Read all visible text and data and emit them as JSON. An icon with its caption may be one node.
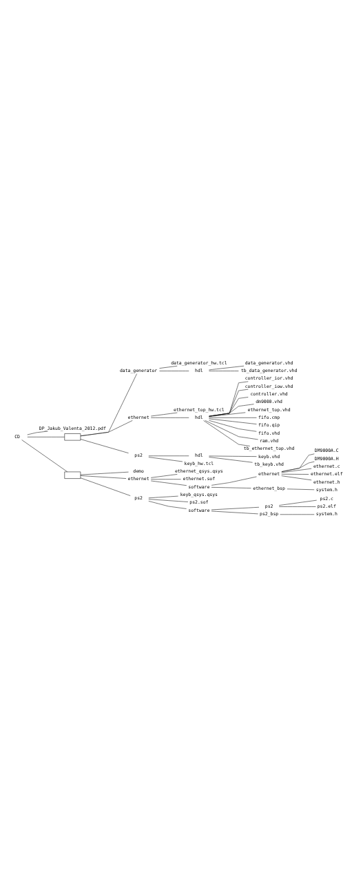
{
  "diagram": {
    "nodes": [
      {
        "text": [
          "CD"
        ]
      },
      {
        "text": [
          "DP_Jakub_Valenta_2012.pdf"
        ]
      },
      {
        "text": [],
        "shape": "box"
      },
      {
        "text": [
          "data_generator"
        ]
      },
      {
        "text": [
          "data_generator_hw.tcl"
        ]
      },
      {
        "text": [
          "hdl"
        ]
      },
      {
        "text": [
          "data_generator.vhd"
        ]
      },
      {
        "text": [
          "tb_data_generator.vhd"
        ]
      },
      {
        "text": [
          "ethernet"
        ]
      },
      {
        "text": [
          "ethernet_top_hw.tcl"
        ]
      },
      {
        "text": [
          "hdl"
        ]
      },
      {
        "text": [
          "controller_ior.vhd"
        ]
      },
      {
        "text": [
          "controller_iow.vhd"
        ]
      },
      {
        "text": [
          "controller.vhd"
        ]
      },
      {
        "text": [
          "dm9000.vhd"
        ]
      },
      {
        "text": [
          "ethernet_top.vhd"
        ]
      },
      {
        "text": [
          "fifo.cmp"
        ]
      },
      {
        "text": [
          "fifo.qip"
        ]
      },
      {
        "text": [
          "fifo.vhd"
        ]
      },
      {
        "text": [
          "ram.vhd"
        ]
      },
      {
        "text": [
          "tb_ethernet_top.vhd"
        ]
      },
      {
        "text": [
          "ps2"
        ]
      },
      {
        "text": [
          "hdl"
        ]
      },
      {
        "text": [
          "keyb.vhd"
        ]
      },
      {
        "text": [
          "tb_keyb.vhd"
        ]
      },
      {
        "text": [
          "keyb_hw.tcl"
        ]
      },
      {
        "text": [],
        "shape": "box"
      },
      {
        "text": [
          "demo"
        ]
      },
      {
        "text": [
          "ethernet"
        ]
      },
      {
        "text": [
          "ethernet_qsys.qsys"
        ]
      },
      {
        "text": [
          "ethernet.sof"
        ]
      },
      {
        "text": [
          "software"
        ]
      },
      {
        "text": [
          "ethernet"
        ]
      },
      {
        "text": [
          "DM9000A.C"
        ]
      },
      {
        "text": [
          "DM9000A.H"
        ]
      },
      {
        "text": [
          "ethernet.c"
        ]
      },
      {
        "text": [
          "ethernet.elf"
        ]
      },
      {
        "text": [
          "ethernet.h"
        ]
      },
      {
        "text": [
          "ethernet_bsp"
        ]
      },
      {
        "text": [
          "system.h"
        ]
      },
      {
        "text": [
          "ps2"
        ]
      },
      {
        "text": [
          "keyb_qsys.qsys"
        ]
      },
      {
        "text": [
          "ps2.sof"
        ]
      },
      {
        "text": [
          "software"
        ]
      },
      {
        "text": [
          "ps2"
        ]
      },
      {
        "text": [
          "ps2.c"
        ]
      },
      {
        "text": [
          "ps2.elf"
        ]
      },
      {
        "text": [
          "ps2_bsp"
        ]
      },
      {
        "text": [
          "system.h"
        ]
      }
    ],
    "edges": [
      {
        "from": 0,
        "to": 1,
        "arrow": "none"
      },
      {
        "from": 0,
        "to": 2,
        "arrow": "none"
      },
      {
        "from": 2,
        "to": 3,
        "arrow": "none"
      },
      {
        "from": 3,
        "to": 4,
        "arrow": "none"
      },
      {
        "from": 3,
        "to": 5,
        "arrow": "none"
      },
      {
        "from": 5,
        "to": 6,
        "arrow": "none"
      },
      {
        "from": 5,
        "to": 7,
        "arrow": "none"
      },
      {
        "from": 2,
        "to": 8,
        "arrow": "none"
      },
      {
        "from": 8,
        "to": 9,
        "arrow": "none"
      },
      {
        "from": 8,
        "to": 10,
        "arrow": "none"
      },
      {
        "from": 10,
        "to": 11,
        "arrow": "none"
      },
      {
        "from": 10,
        "to": 12,
        "arrow": "none"
      },
      {
        "from": 10,
        "to": 13,
        "arrow": "none"
      },
      {
        "from": 10,
        "to": 14,
        "arrow": "none"
      },
      {
        "from": 10,
        "to": 15,
        "arrow": "none"
      },
      {
        "from": 10,
        "to": 16,
        "arrow": "none"
      },
      {
        "from": 10,
        "to": 17,
        "arrow": "none"
      },
      {
        "from": 10,
        "to": 18,
        "arrow": "none"
      },
      {
        "from": 10,
        "to": 19,
        "arrow": "none"
      },
      {
        "from": 10,
        "to": 20,
        "arrow": "none"
      },
      {
        "from": 2,
        "to": 21,
        "arrow": "none"
      },
      {
        "from": 21,
        "to": 22,
        "arrow": "none"
      },
      {
        "from": 22,
        "to": 23,
        "arrow": "none"
      },
      {
        "from": 22,
        "to": 24,
        "arrow": "none"
      },
      {
        "from": 21,
        "to": 25,
        "arrow": "none"
      },
      {
        "from": 0,
        "to": 26,
        "arrow": "none"
      },
      {
        "from": 26,
        "to": 27,
        "arrow": "none"
      },
      {
        "from": 26,
        "to": 28,
        "arrow": "none"
      },
      {
        "from": 28,
        "to": 29,
        "arrow": "none"
      },
      {
        "from": 28,
        "to": 30,
        "arrow": "none"
      },
      {
        "from": 28,
        "to": 31,
        "arrow": "none"
      },
      {
        "from": 31,
        "to": 32,
        "arrow": "none"
      },
      {
        "from": 32,
        "to": 33,
        "arrow": "none"
      },
      {
        "from": 32,
        "to": 34,
        "arrow": "none"
      },
      {
        "from": 32,
        "to": 35,
        "arrow": "none"
      },
      {
        "from": 32,
        "to": 36,
        "arrow": "none"
      },
      {
        "from": 32,
        "to": 37,
        "arrow": "none"
      },
      {
        "from": 31,
        "to": 38,
        "arrow": "none"
      },
      {
        "from": 38,
        "to": 39,
        "arrow": "none"
      },
      {
        "from": 26,
        "to": 40,
        "arrow": "none"
      },
      {
        "from": 40,
        "to": 41,
        "arrow": "none"
      },
      {
        "from": 40,
        "to": 42,
        "arrow": "none"
      },
      {
        "from": 40,
        "to": 43,
        "arrow": "none"
      },
      {
        "from": 43,
        "to": 44,
        "arrow": "none"
      },
      {
        "from": 44,
        "to": 45,
        "arrow": "none"
      },
      {
        "from": 44,
        "to": 46,
        "arrow": "none"
      },
      {
        "from": 43,
        "to": 47,
        "arrow": "none"
      },
      {
        "from": 47,
        "to": 48,
        "arrow": "none"
      }
    ]
  }
}
